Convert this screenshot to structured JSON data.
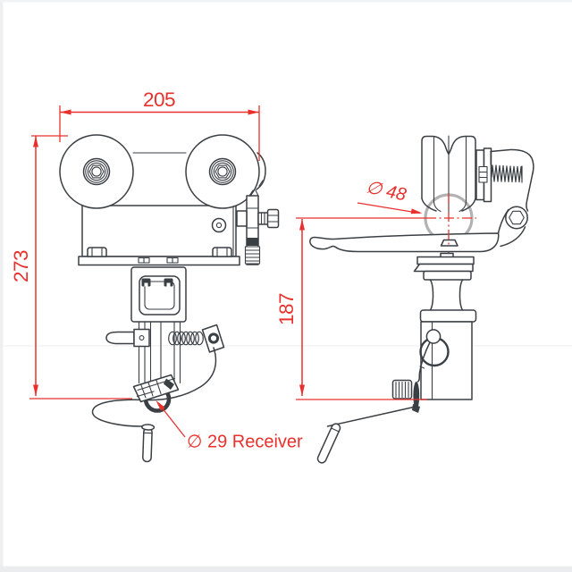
{
  "drawing": {
    "type": "technical-drawing",
    "description": "Two-view CAD line drawing of a beam trolley clamp with twin rollers, side pulley, latch lever and safety pin receiver"
  },
  "annotations": {
    "width_mm": "205",
    "overall_height_mm": "273",
    "side_height_mm": "187",
    "pulley_diameter": "∅ 48",
    "receiver": "∅ 29 Receiver"
  },
  "colors": {
    "line": "#3a3f44",
    "annotation": "#e8312d",
    "pipe_circle": "#b2b2b2",
    "background": "#ffffff",
    "edge_band": "#edeff0"
  }
}
